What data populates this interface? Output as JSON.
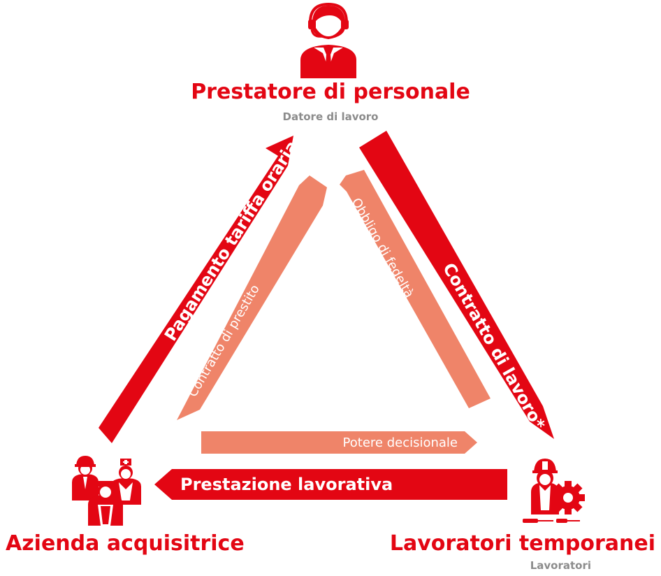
{
  "nodes": {
    "top": {
      "title": "Prestatore di personale",
      "subtitle": "Datore di lavoro"
    },
    "left": {
      "title": "Azienda acquisitrice"
    },
    "right": {
      "title": "Lavoratori temporanei",
      "subtitle": "Lavoratori"
    }
  },
  "arrows": {
    "pagamento": "Pagamento tariffa oraria",
    "contratto_lavoro": "Contratto di lavoro*",
    "contratto_prestito": "Contratto di prestito",
    "obbligo": "Obbligo di fedeltà",
    "potere": "Potere decisionale",
    "prestazione": "Prestazione lavorativa"
  },
  "icons": {
    "top": "headset-operator-icon",
    "left": "worker-group-icon",
    "right": "mechanic-gear-icon"
  },
  "colors": {
    "primary_red": "#e30613",
    "salmon": "#ef8469",
    "subtitle_grey": "#8c8c8c"
  }
}
